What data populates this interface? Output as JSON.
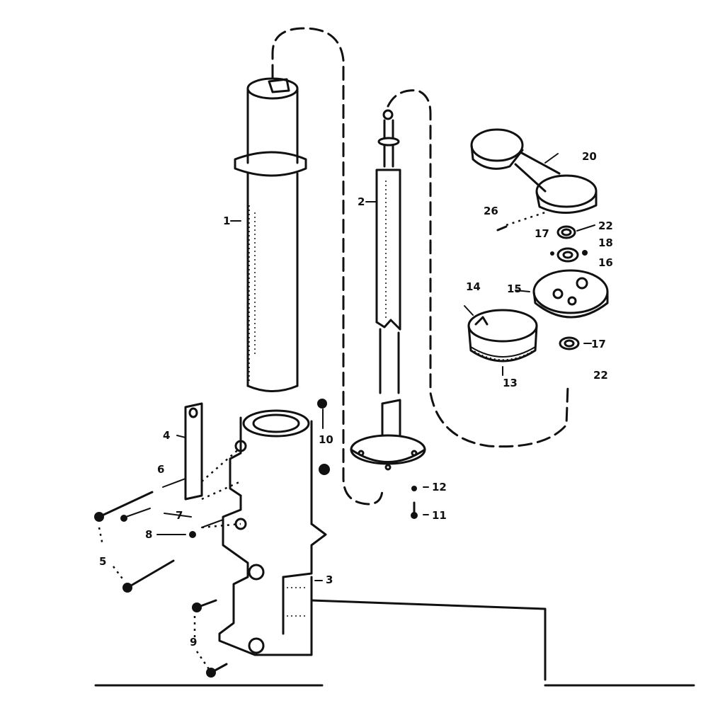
{
  "callouts": {
    "c1": "1",
    "c2": "2",
    "c3": "3",
    "c4": "4",
    "c5": "5",
    "c6": "6",
    "c7": "7",
    "c8": "8",
    "c9": "9",
    "c10": "10",
    "c11": "11",
    "c12": "12",
    "c13": "13",
    "c14": "14",
    "c15": "15",
    "c16": "16",
    "c17a": "17",
    "c17b": "17",
    "c18": "18",
    "c20": "20",
    "c22a": "22",
    "c22b": "22",
    "c26": "26"
  }
}
